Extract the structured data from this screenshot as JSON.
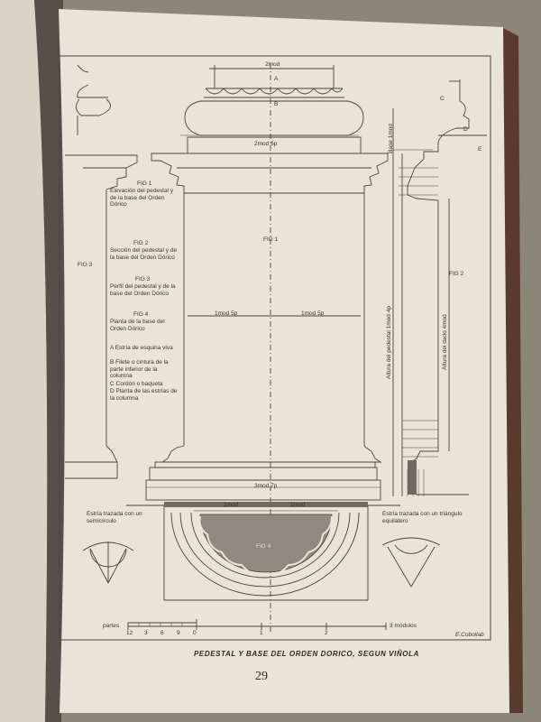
{
  "plate": {
    "caption": "PEDESTAL Y BASE DEL ORDEN DORICO, SEGUN VIÑOLA",
    "page_number": "29",
    "signature": "E.Cobollab"
  },
  "legend": {
    "fig1_title": "FIG 1",
    "fig1_text": "Elevación del pedestal y de la base del Orden Dórico",
    "fig2_title": "FIG 2",
    "fig2_text": "Sección del pedestal y de la base del Orden Dórico",
    "fig3_title": "FIG 3",
    "fig3_text": "Perfil del pedestal y de la base del Orden Dórico",
    "fig4_title": "FIG 4",
    "fig4_text": "Planta de la base del Orden Dórico",
    "item_a": "A Estría de esquina viva",
    "item_b": "B Filete o cintura de la parte inferior de la columna",
    "item_c": "C Cordón o baqueta",
    "item_d": "D Planta de las estrías de la columna"
  },
  "labels": {
    "fig_1": "FIG 1",
    "fig_2": "FIG 2",
    "fig_3": "FIG 3",
    "fig_4": "FIG 4",
    "dim_top": "2mod",
    "dim_mid": "2mod 6p",
    "dim_half_left": "1mod 5p",
    "dim_half_right": "1mod 5p",
    "dim_bottom": "3mod 7p",
    "dim_plan_left": "1mod",
    "dim_plan_right": "1mod",
    "base_height": "Base 1mod",
    "pedestal_height": "Altura del pedestal 1mod 4p",
    "dado_height": "Altura del dado 4mod",
    "fillet_left_title": "Estría trazada con un semicírculo",
    "fillet_right_title": "Estría trazada con un triángulo equilátero",
    "point_a": "A",
    "point_b": "B",
    "point_c": "C",
    "point_d": "D",
    "point_e": "E"
  },
  "scale": {
    "label_partes": "partes",
    "ticks": [
      "12",
      "3",
      "6",
      "9",
      "0"
    ],
    "mark_1": "1",
    "mark_2": "2",
    "label_modulos": "3 módulos"
  }
}
